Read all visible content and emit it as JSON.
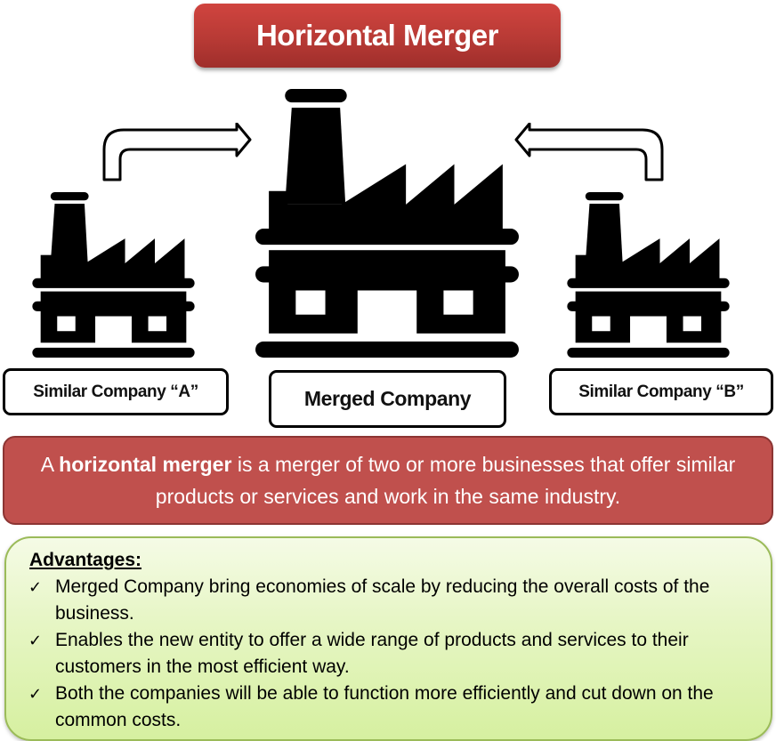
{
  "title": "Horizontal Merger",
  "colors": {
    "title_red": "#c0403b",
    "definition_red": "#c0504d",
    "advantages_green": "#e4f5c0",
    "advantages_border": "#9bbb59",
    "icon_black": "#000000"
  },
  "companies": {
    "left": {
      "label": "Similar Company “A”",
      "icon": "factory-icon"
    },
    "center": {
      "label": "Merged Company",
      "icon": "factory-icon"
    },
    "right": {
      "label": "Similar Company “B”",
      "icon": "factory-icon"
    }
  },
  "arrows": {
    "left": "bent-arrow-right-icon",
    "right": "bent-arrow-left-icon"
  },
  "definition": {
    "prefix": "A ",
    "term": "horizontal merger",
    "suffix": " is a merger of two or more businesses that offer similar products or services and work in the same industry."
  },
  "advantages": {
    "heading": "Advantages:",
    "bullet_icon": "✓",
    "items": [
      "Merged Company bring economies of scale by reducing the overall costs of the business.",
      "Enables the new entity to offer a wide range of products and services to their customers in the most efficient way.",
      "Both the companies will be able to function more efficiently and cut down on the common costs."
    ]
  }
}
